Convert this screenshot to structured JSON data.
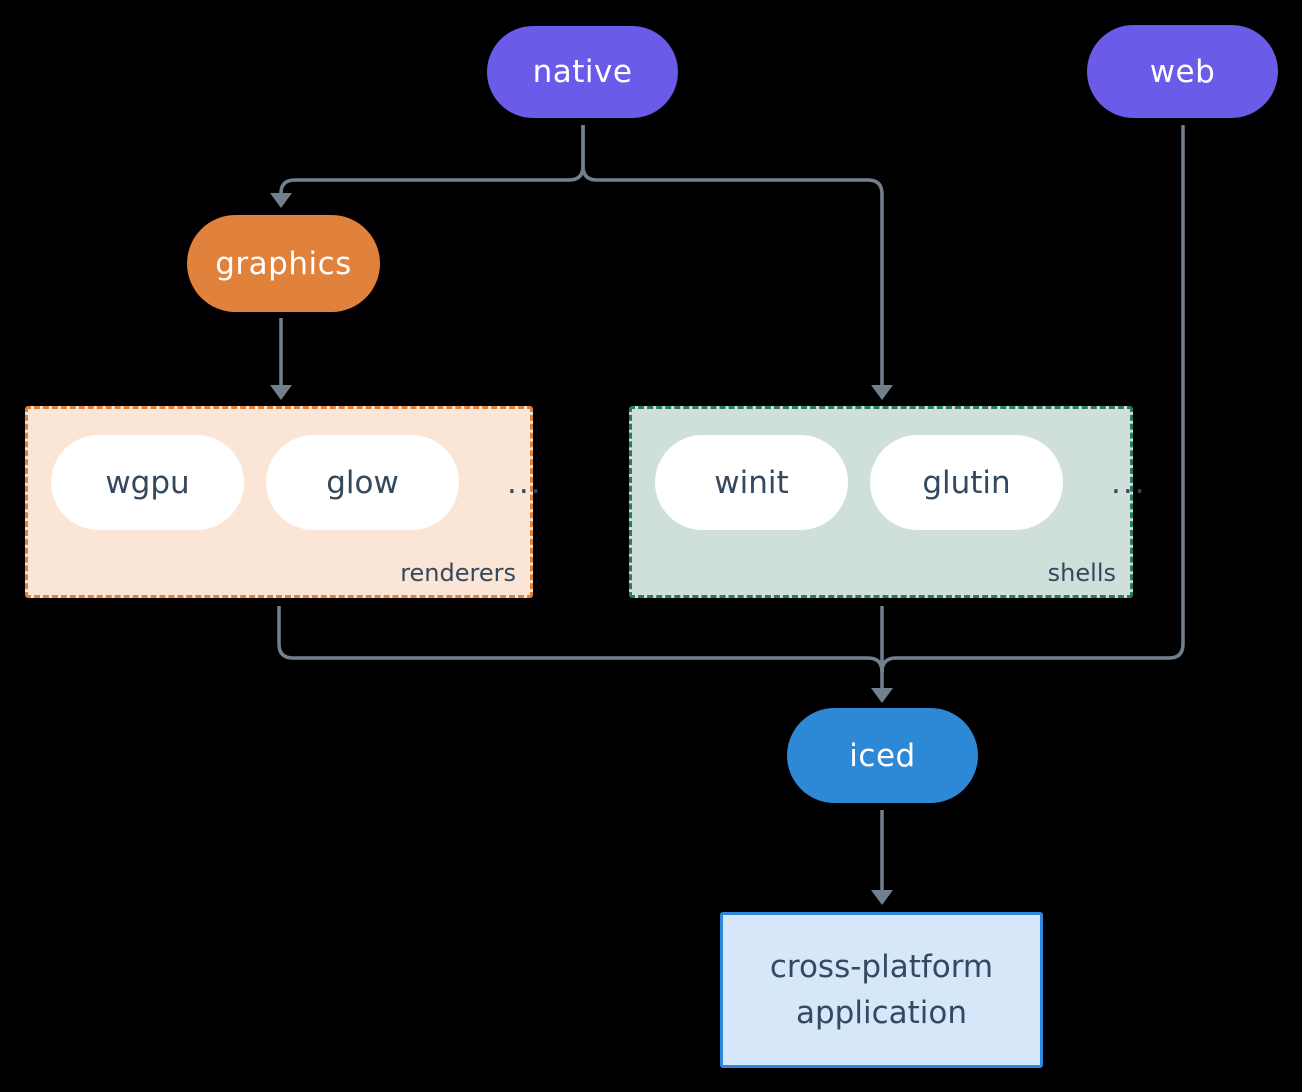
{
  "diagram": {
    "background": "#000000",
    "line_color": "#72808e",
    "nodes": {
      "native": {
        "label": "native",
        "color": "#6a5be9",
        "text_color": "#ffffff"
      },
      "web": {
        "label": "web",
        "color": "#6a5be9",
        "text_color": "#ffffff"
      },
      "graphics": {
        "label": "graphics",
        "color": "#e0813c",
        "text_color": "#ffffff"
      },
      "iced": {
        "label": "iced",
        "color": "#2d89d6",
        "text_color": "#ffffff"
      }
    },
    "groups": {
      "renderers": {
        "label": "renderers",
        "background": "#fbe5d6",
        "border_color": "#e0813c",
        "items": [
          "wgpu",
          "glow"
        ],
        "ellipsis": "...",
        "item_text_color": "#35495e"
      },
      "shells": {
        "label": "shells",
        "background": "#cfdfd9",
        "border_color": "#2a7a6a",
        "items": [
          "winit",
          "glutin"
        ],
        "ellipsis": "...",
        "item_text_color": "#35495e"
      }
    },
    "application": {
      "label_line1": "cross-platform",
      "label_line2": "application",
      "background": "#d5e7f8",
      "border_color": "#2e86de",
      "text_color": "#35495e"
    }
  }
}
